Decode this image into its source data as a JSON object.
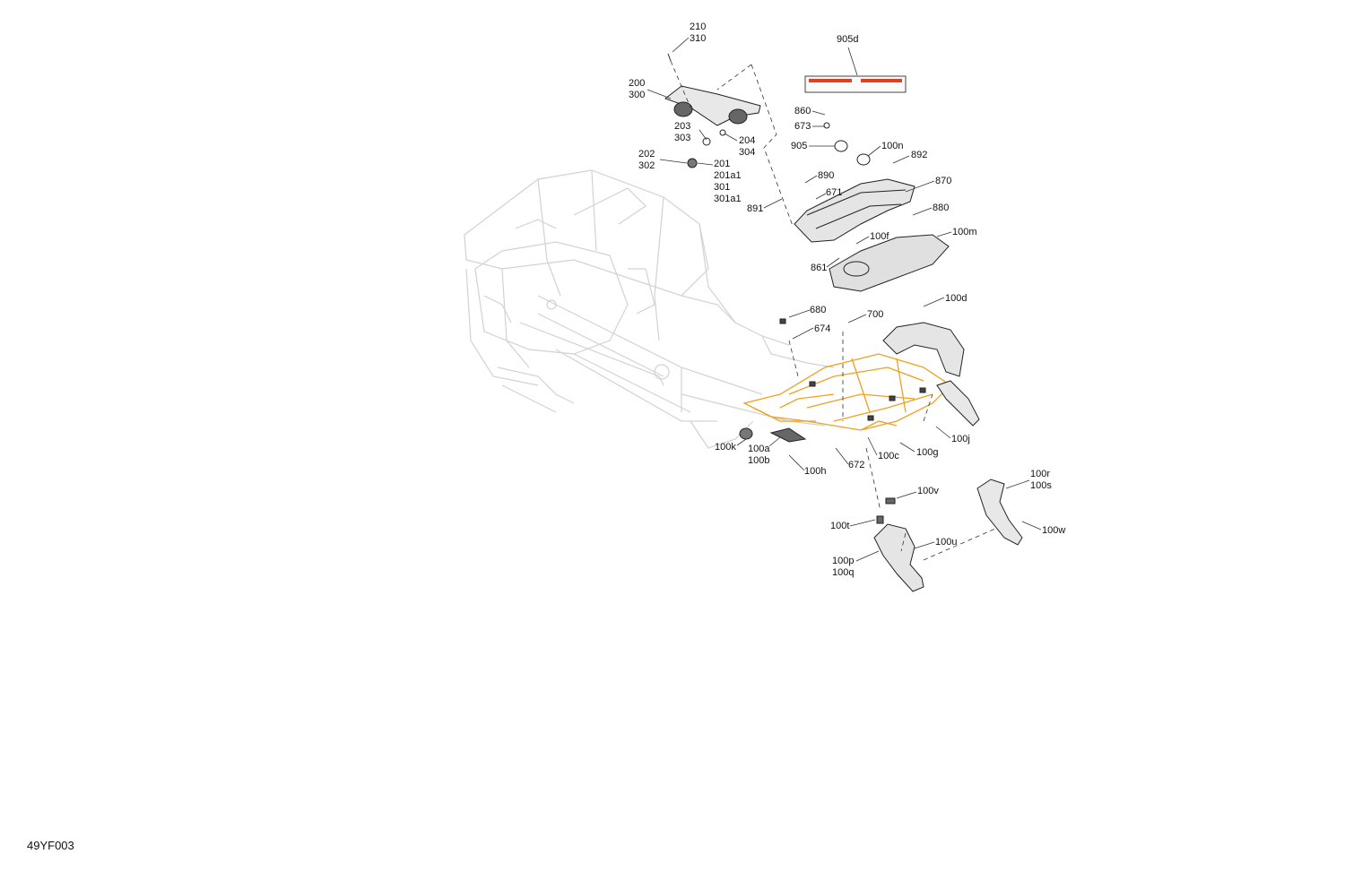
{
  "figure_id": "49YF003",
  "colors": {
    "frame": "#d2d2d2",
    "highlight": "#f0a020",
    "part": "#222222",
    "decal_red": "#e0401e"
  },
  "labels": [
    {
      "id": "l210",
      "lines": [
        "210",
        "310"
      ]
    },
    {
      "id": "l200",
      "lines": [
        "200",
        "300"
      ]
    },
    {
      "id": "l203",
      "lines": [
        "203",
        "303"
      ]
    },
    {
      "id": "l204",
      "lines": [
        "204",
        "304"
      ]
    },
    {
      "id": "l202",
      "lines": [
        "202",
        "302"
      ]
    },
    {
      "id": "l201",
      "lines": [
        "201",
        "201a1",
        "301",
        "301a1"
      ]
    },
    {
      "id": "l905d",
      "lines": [
        "905d"
      ]
    },
    {
      "id": "l860",
      "lines": [
        "860"
      ]
    },
    {
      "id": "l673",
      "lines": [
        "673"
      ]
    },
    {
      "id": "l905",
      "lines": [
        "905"
      ]
    },
    {
      "id": "l100n",
      "lines": [
        "100n"
      ]
    },
    {
      "id": "l892",
      "lines": [
        "892"
      ]
    },
    {
      "id": "l890",
      "lines": [
        "890"
      ]
    },
    {
      "id": "l870",
      "lines": [
        "870"
      ]
    },
    {
      "id": "l671",
      "lines": [
        "671"
      ]
    },
    {
      "id": "l891",
      "lines": [
        "891"
      ]
    },
    {
      "id": "l880",
      "lines": [
        "880"
      ]
    },
    {
      "id": "l100f",
      "lines": [
        "100f"
      ]
    },
    {
      "id": "l100m",
      "lines": [
        "100m"
      ]
    },
    {
      "id": "l861",
      "lines": [
        "861"
      ]
    },
    {
      "id": "l100d",
      "lines": [
        "100d"
      ]
    },
    {
      "id": "l680",
      "lines": [
        "680"
      ]
    },
    {
      "id": "l700",
      "lines": [
        "700"
      ]
    },
    {
      "id": "l674",
      "lines": [
        "674"
      ]
    },
    {
      "id": "l100k",
      "lines": [
        "100k"
      ]
    },
    {
      "id": "l100a",
      "lines": [
        "100a",
        "100b"
      ]
    },
    {
      "id": "l100h",
      "lines": [
        "100h"
      ]
    },
    {
      "id": "l672",
      "lines": [
        "672"
      ]
    },
    {
      "id": "l100c",
      "lines": [
        "100c"
      ]
    },
    {
      "id": "l100g",
      "lines": [
        "100g"
      ]
    },
    {
      "id": "l100j",
      "lines": [
        "100j"
      ]
    },
    {
      "id": "l100r",
      "lines": [
        "100r",
        "100s"
      ]
    },
    {
      "id": "l100v",
      "lines": [
        "100v"
      ]
    },
    {
      "id": "l100w",
      "lines": [
        "100w"
      ]
    },
    {
      "id": "l100t",
      "lines": [
        "100t"
      ]
    },
    {
      "id": "l100u",
      "lines": [
        "100u"
      ]
    },
    {
      "id": "l100p",
      "lines": [
        "100p",
        "100q"
      ]
    }
  ]
}
